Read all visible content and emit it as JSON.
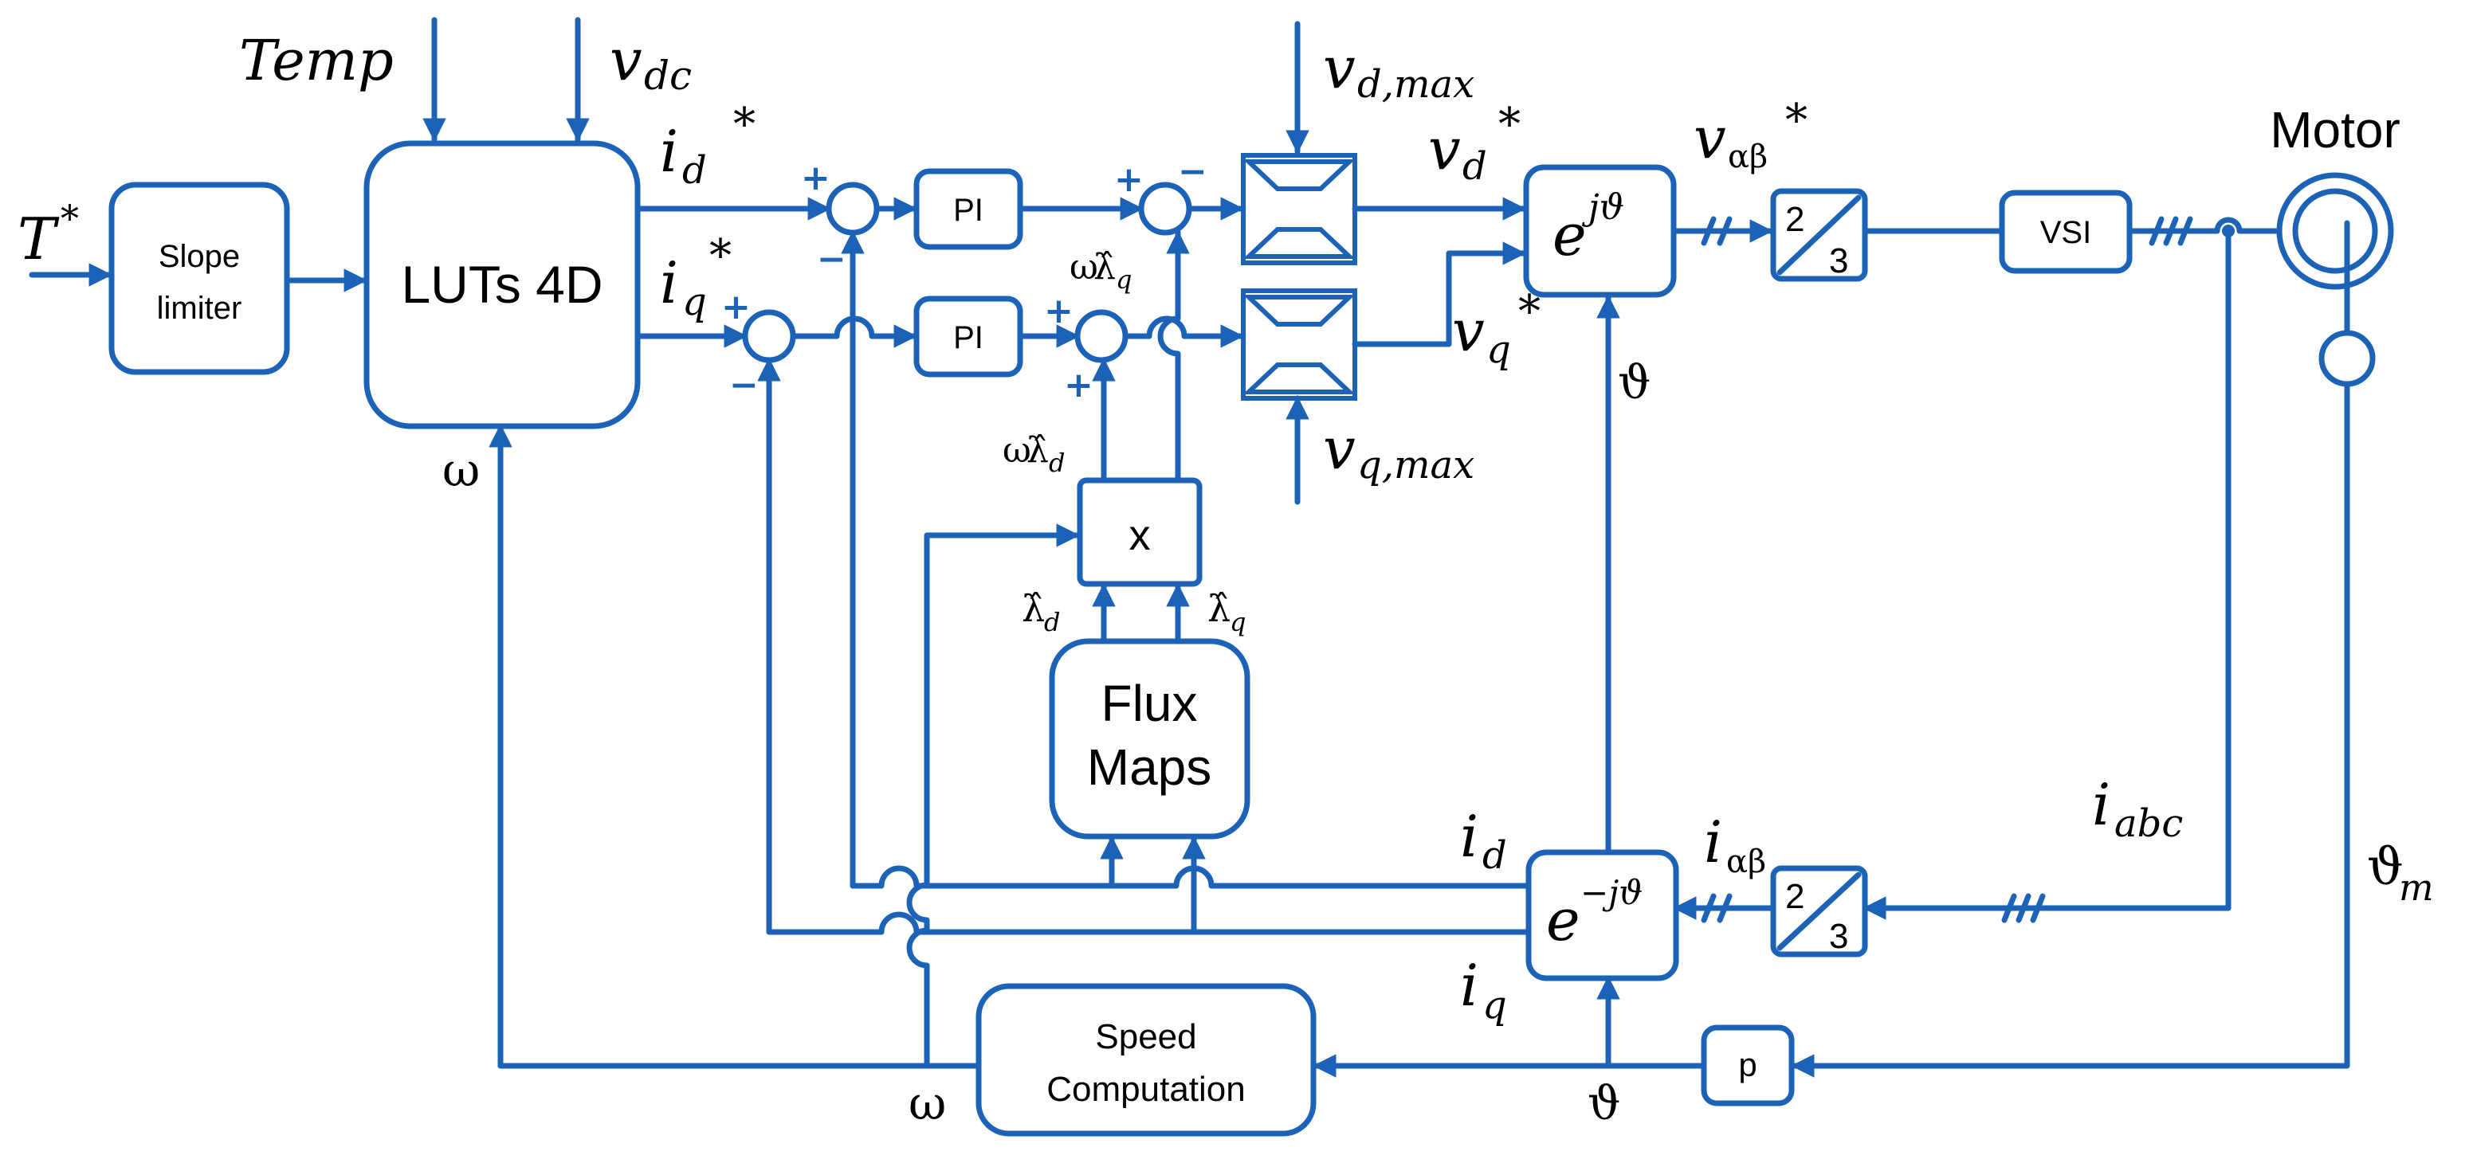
{
  "blocks": {
    "slope_limiter": [
      "Slope",
      "limiter"
    ],
    "luts": "LUTs 4D",
    "pi": "PI",
    "multiplier": "x",
    "flux_maps": [
      "Flux",
      "Maps"
    ],
    "speed": [
      "Speed",
      "Computation"
    ],
    "vsi": "VSI",
    "motor": "Motor",
    "pole_pairs": "p",
    "transform_2": "2",
    "transform_3": "3",
    "rotation_fwd": {
      "base": "e",
      "exp": "jϑ"
    },
    "rotation_inv": {
      "base": "e",
      "exp": "−jϑ"
    }
  },
  "signals": {
    "t_ref": {
      "base": "T",
      "sup": "*"
    },
    "temp": "Temp",
    "vdc": {
      "base": "v",
      "sub": "dc"
    },
    "id_ref": {
      "base": "i",
      "sub": "d",
      "sup": "*"
    },
    "iq_ref": {
      "base": "i",
      "sub": "q",
      "sup": "*"
    },
    "vdmax": {
      "base": "v",
      "sub": "d,max"
    },
    "vqmax": {
      "base": "v",
      "sub": "q,max"
    },
    "vd_ref": {
      "base": "v",
      "sub": "d",
      "sup": "*"
    },
    "vq_ref": {
      "base": "v",
      "sub": "q",
      "sup": "*"
    },
    "valphabeta": {
      "base": "v",
      "sub": "αβ",
      "sup": "*"
    },
    "omega_lq": {
      "pre": "ω",
      "base": "λ̂",
      "sub": "q"
    },
    "omega_ld": {
      "pre": "ω",
      "base": "λ̂",
      "sub": "d"
    },
    "lambda_d": {
      "base": "λ̂",
      "sub": "d"
    },
    "lambda_q": {
      "base": "λ̂",
      "sub": "q"
    },
    "omega_left": "ω",
    "omega_bottom": "ω",
    "theta_up": "ϑ",
    "theta_bottom": "ϑ",
    "theta_m": {
      "base": "ϑ",
      "sub": "m"
    },
    "id_fb": {
      "base": "i",
      "sub": "d"
    },
    "iq_fb": {
      "base": "i",
      "sub": "q"
    },
    "ialphabeta": {
      "base": "i",
      "sub": "αβ"
    },
    "iabc": {
      "base": "i",
      "sub": "abc"
    }
  },
  "signs": {
    "plus": "+",
    "minus": "−"
  },
  "colors": {
    "diagram_blue": "#1c63b7",
    "text": "#000000",
    "background": "#ffffff"
  }
}
